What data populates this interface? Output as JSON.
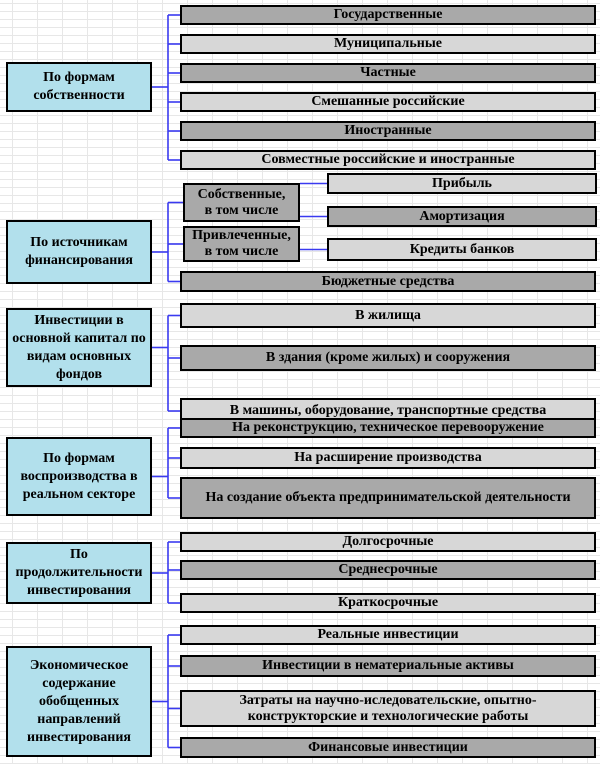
{
  "colors": {
    "background": "#ffffff",
    "gridline": "#e7e7e7",
    "category_fill": "#b2e0ec",
    "item_dark": "#a9a9a9",
    "item_light": "#d7d7d7",
    "border": "#000000",
    "connector": "#3a3af0",
    "text": "#000000"
  },
  "sections": [
    {
      "category": "По формам собственности",
      "items": [
        {
          "label": "Государственные",
          "shade": "dark"
        },
        {
          "label": "Муниципальные",
          "shade": "light"
        },
        {
          "label": "Частные",
          "shade": "dark"
        },
        {
          "label": "Смешанные российские",
          "shade": "light"
        },
        {
          "label": "Иностранные",
          "shade": "dark"
        },
        {
          "label": "Совместные российские и иностранные",
          "shade": "light"
        }
      ]
    },
    {
      "category": "По источникам финансирования",
      "items": [
        {
          "label": "Собственные,\nв том числе",
          "shade": "dark",
          "children": [
            {
              "label": "Прибыль",
              "shade": "light"
            },
            {
              "label": "Амортизация",
              "shade": "dark"
            }
          ]
        },
        {
          "label": "Привлеченные,\nв том числе",
          "shade": "dark",
          "children": [
            {
              "label": "Кредиты банков",
              "shade": "light"
            }
          ]
        },
        {
          "label": "Бюджетные средства",
          "shade": "dark"
        }
      ]
    },
    {
      "category": "Инвестиции в основной капитал по видам основных фондов",
      "items": [
        {
          "label": "В жилища",
          "shade": "light"
        },
        {
          "label": "В здания (кроме жилых) и сооружения",
          "shade": "dark"
        },
        {
          "label": "В машины, оборудование, транспортные средства",
          "shade": "light"
        }
      ]
    },
    {
      "category": "По формам воспроизводства в реальном секторе",
      "items": [
        {
          "label": "На реконструкцию, техническое перевооружение",
          "shade": "dark"
        },
        {
          "label": "На расширение производства",
          "shade": "light"
        },
        {
          "label": "На создание объекта предпринимательской деятельности",
          "shade": "dark"
        }
      ]
    },
    {
      "category": "По продолжительности инвестирования",
      "items": [
        {
          "label": "Долгосрочные",
          "shade": "light"
        },
        {
          "label": "Среднесрочные",
          "shade": "dark"
        },
        {
          "label": "Краткосрочные",
          "shade": "light"
        }
      ]
    },
    {
      "category": "Экономическое содержание обобщенных направлений инвестирования",
      "items": [
        {
          "label": "Реальные инвестиции",
          "shade": "light"
        },
        {
          "label": "Инвестиции в нематериальные активы",
          "shade": "dark"
        },
        {
          "label": "Затраты на научно-иследовательские, опытно-\nконструкторские и технологические работы",
          "shade": "light"
        },
        {
          "label": "Финансовые инвестиции",
          "shade": "dark"
        }
      ]
    }
  ]
}
